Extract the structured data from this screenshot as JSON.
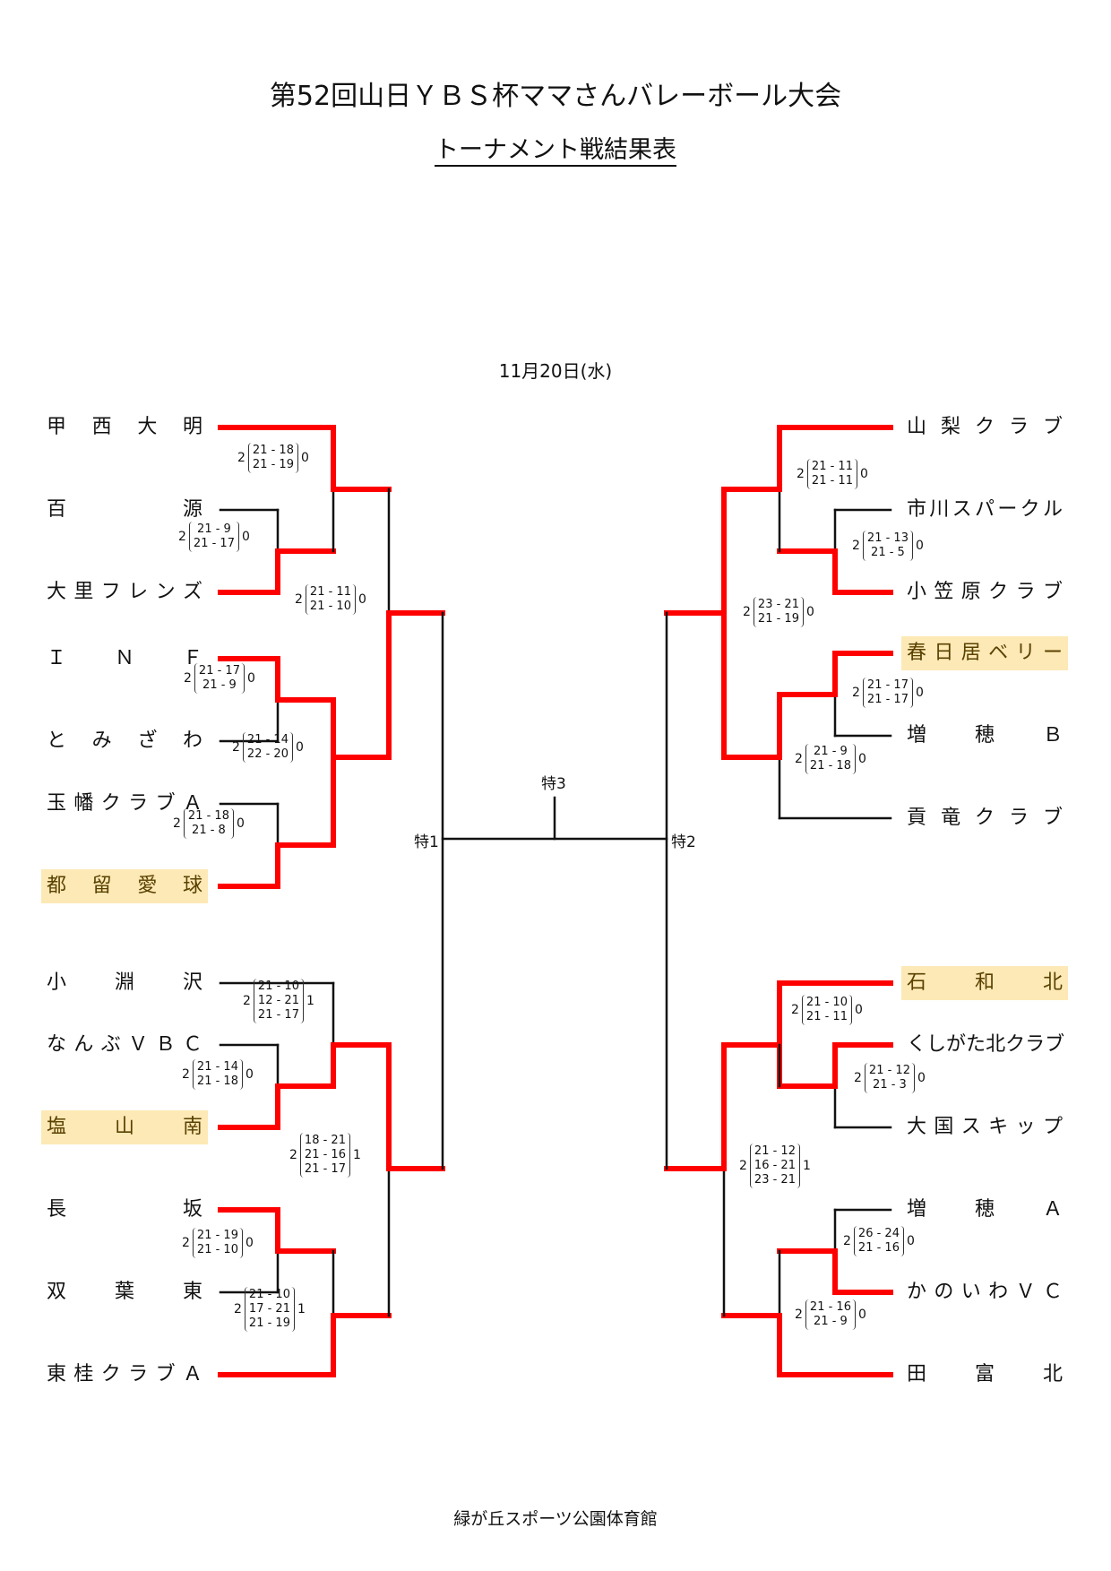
{
  "header": {
    "title": "第52回山日ＹＢＳ杯ママさんバレーボール大会",
    "subtitle": "トーナメント戦結果表",
    "date": "11月20日(水)"
  },
  "footer": {
    "venue": "緑が丘スポーツ公園体育館"
  },
  "colors": {
    "winner_line": "#ff0000",
    "loser_line": "#111111",
    "highlight_bg": "#fde9b6"
  },
  "labels": {
    "toku1": "特1",
    "toku2": "特2",
    "toku3": "特3"
  },
  "teams_left": [
    {
      "name": "甲西大明",
      "chars": [
        "甲",
        "西",
        "大",
        "明"
      ],
      "highlight": false
    },
    {
      "name": "百源",
      "chars": [
        "百",
        "源"
      ],
      "highlight": false
    },
    {
      "name": "大里フレンズ",
      "chars": [
        "大",
        "里",
        "フ",
        "レ",
        "ン",
        "ズ"
      ],
      "highlight": false
    },
    {
      "name": "INF",
      "chars": [
        "Ｉ",
        "Ｎ",
        "Ｆ"
      ],
      "highlight": false
    },
    {
      "name": "とみざわ",
      "chars": [
        "と",
        "み",
        "ざ",
        "わ"
      ],
      "highlight": false
    },
    {
      "name": "玉幡クラブA",
      "chars": [
        "玉",
        "幡",
        "ク",
        "ラ",
        "ブ",
        "Ａ"
      ],
      "highlight": false
    },
    {
      "name": "都留愛球",
      "chars": [
        "都",
        "留",
        "愛",
        "球"
      ],
      "highlight": true
    },
    {
      "name": "小淵沢",
      "chars": [
        "小",
        "淵",
        "沢"
      ],
      "highlight": false
    },
    {
      "name": "なんぶVBC",
      "chars": [
        "な",
        "ん",
        "ぶ",
        "Ｖ",
        "Ｂ",
        "Ｃ"
      ],
      "highlight": false
    },
    {
      "name": "塩山南",
      "chars": [
        "塩",
        "山",
        "南"
      ],
      "highlight": true
    },
    {
      "name": "長坂",
      "chars": [
        "長",
        "坂"
      ],
      "highlight": false
    },
    {
      "name": "双葉東",
      "chars": [
        "双",
        "葉",
        "東"
      ],
      "highlight": false
    },
    {
      "name": "東桂クラブA",
      "chars": [
        "東",
        "桂",
        "ク",
        "ラ",
        "ブ",
        "Ａ"
      ],
      "highlight": false
    }
  ],
  "teams_right": [
    {
      "name": "山梨クラブ",
      "chars": [
        "山",
        "梨",
        "ク",
        "ラ",
        "ブ"
      ],
      "highlight": false
    },
    {
      "name": "市川スパークル",
      "chars": [
        "市",
        "川",
        "ス",
        "パ",
        "ー",
        "ク",
        "ル"
      ],
      "highlight": false
    },
    {
      "name": "小笠原クラブ",
      "chars": [
        "小",
        "笠",
        "原",
        "ク",
        "ラ",
        "ブ"
      ],
      "highlight": false
    },
    {
      "name": "春日居ベリー",
      "chars": [
        "春",
        "日",
        "居",
        "ベ",
        "リ",
        "ー"
      ],
      "highlight": true
    },
    {
      "name": "増穂B",
      "chars": [
        "増",
        "穂",
        "Ｂ"
      ],
      "highlight": false
    },
    {
      "name": "貢竜クラブ",
      "chars": [
        "貢",
        "竜",
        "ク",
        "ラ",
        "ブ"
      ],
      "highlight": false
    },
    {
      "name": "石和北",
      "chars": [
        "石",
        "和",
        "北"
      ],
      "highlight": true
    },
    {
      "name": "くしがた北クラブ",
      "chars": [
        "く",
        "し",
        "が",
        "た",
        "北",
        "ク",
        "ラ",
        "ブ"
      ],
      "highlight": false
    },
    {
      "name": "大国スキップ",
      "chars": [
        "大",
        "国",
        "ス",
        "キ",
        "ッ",
        "プ"
      ],
      "highlight": false
    },
    {
      "name": "増穂A",
      "chars": [
        "増",
        "穂",
        "Ａ"
      ],
      "highlight": false
    },
    {
      "name": "かのいわVC",
      "chars": [
        "か",
        "の",
        "い",
        "わ",
        "Ｖ",
        "Ｃ"
      ],
      "highlight": false
    },
    {
      "name": "田富北",
      "chars": [
        "田",
        "富",
        "北"
      ],
      "highlight": false
    }
  ],
  "matches": [
    {
      "id": "L1",
      "winner_sets": "2",
      "loser_sets": "0",
      "sets": [
        "21 - 9",
        "21 - 17"
      ]
    },
    {
      "id": "L2",
      "winner_sets": "2",
      "loser_sets": "0",
      "sets": [
        "21 - 18",
        "21 - 19"
      ]
    },
    {
      "id": "L3",
      "winner_sets": "2",
      "loser_sets": "0",
      "sets": [
        "21 - 17",
        "21 - 9"
      ]
    },
    {
      "id": "L4",
      "winner_sets": "2",
      "loser_sets": "0",
      "sets": [
        "21 - 18",
        "21 - 8"
      ]
    },
    {
      "id": "L5",
      "winner_sets": "2",
      "loser_sets": "0",
      "sets": [
        "21 - 14",
        "22 - 20"
      ]
    },
    {
      "id": "L6",
      "winner_sets": "2",
      "loser_sets": "0",
      "sets": [
        "21 - 11",
        "21 - 10"
      ]
    },
    {
      "id": "L7",
      "winner_sets": "2",
      "loser_sets": "0",
      "sets": [
        "21 - 14",
        "21 - 18"
      ]
    },
    {
      "id": "L8",
      "winner_sets": "2",
      "loser_sets": "1",
      "sets": [
        "21 - 10",
        "12 - 21",
        "21 - 17"
      ]
    },
    {
      "id": "L9",
      "winner_sets": "2",
      "loser_sets": "0",
      "sets": [
        "21 - 19",
        "21 - 10"
      ]
    },
    {
      "id": "L10",
      "winner_sets": "2",
      "loser_sets": "1",
      "sets": [
        "21 - 10",
        "17 - 21",
        "21 - 19"
      ]
    },
    {
      "id": "L11",
      "winner_sets": "2",
      "loser_sets": "1",
      "sets": [
        "18 - 21",
        "21 - 16",
        "21 - 17"
      ]
    },
    {
      "id": "R1",
      "winner_sets": "2",
      "loser_sets": "0",
      "sets": [
        "21 - 13",
        "21 - 5"
      ]
    },
    {
      "id": "R2",
      "winner_sets": "2",
      "loser_sets": "0",
      "sets": [
        "21 - 11",
        "21 - 11"
      ]
    },
    {
      "id": "R3",
      "winner_sets": "2",
      "loser_sets": "0",
      "sets": [
        "21 - 17",
        "21 - 17"
      ]
    },
    {
      "id": "R4",
      "winner_sets": "2",
      "loser_sets": "0",
      "sets": [
        "21 - 9",
        "21 - 18"
      ]
    },
    {
      "id": "R5",
      "winner_sets": "2",
      "loser_sets": "0",
      "sets": [
        "23 - 21",
        "21 - 19"
      ]
    },
    {
      "id": "R6",
      "winner_sets": "2",
      "loser_sets": "0",
      "sets": [
        "21 - 12",
        "21 - 3"
      ]
    },
    {
      "id": "R7",
      "winner_sets": "2",
      "loser_sets": "0",
      "sets": [
        "21 - 10",
        "21 - 11"
      ]
    },
    {
      "id": "R8",
      "winner_sets": "2",
      "loser_sets": "0",
      "sets": [
        "26 - 24",
        "21 - 16"
      ]
    },
    {
      "id": "R9",
      "winner_sets": "2",
      "loser_sets": "0",
      "sets": [
        "21 - 16",
        "21 - 9"
      ]
    },
    {
      "id": "R10",
      "winner_sets": "2",
      "loser_sets": "1",
      "sets": [
        "21 - 12",
        "16 - 21",
        "23 - 21"
      ]
    }
  ]
}
